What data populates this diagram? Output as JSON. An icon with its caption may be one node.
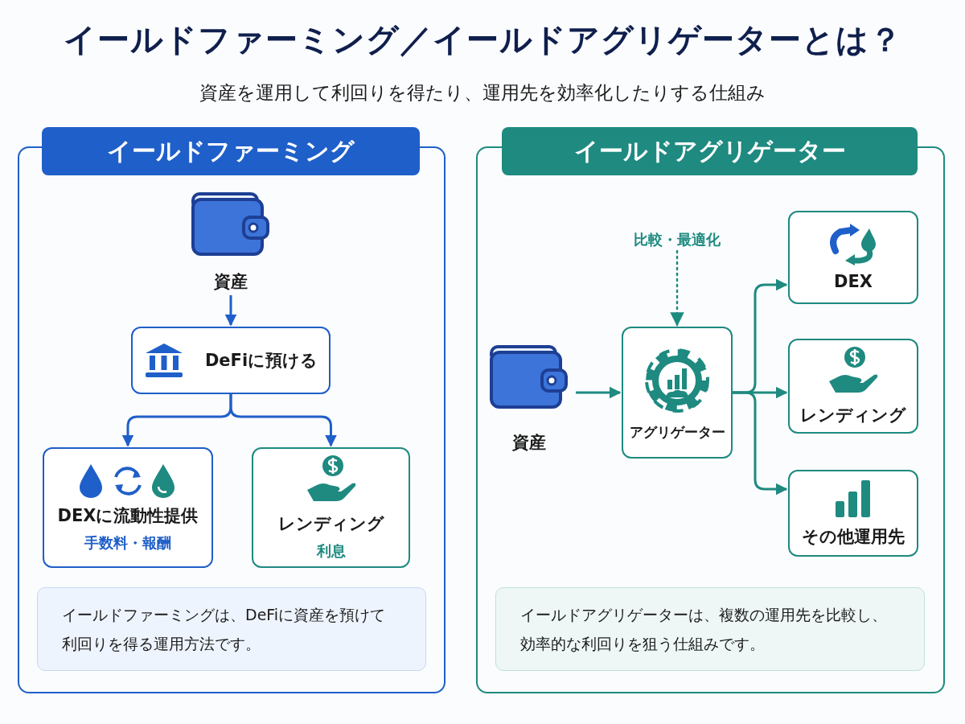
{
  "diagram": {
    "title": "イールドファーミング／イールドアグリゲーターとは？",
    "nodes": [
      {
        "text": [
          "イールドファーミング"
        ]
      },
      {
        "text": [
          "資産"
        ],
        "in": 0
      },
      {
        "text": [
          "DeFiに預ける"
        ],
        "in": 0
      },
      {
        "text": [
          "DEXに流動性提供",
          "手数料・報酬"
        ],
        "in": 0
      },
      {
        "text": [
          "レンディング",
          "利息"
        ],
        "in": 0
      },
      {
        "text": [
          "イールドファーミングは、DeFiに資産を預けて利回りを得る運用方法です。"
        ],
        "in": 0
      },
      {
        "text": [
          "イールドアグリゲーター"
        ]
      },
      {
        "text": [
          "比較・最適化"
        ],
        "in": 6
      },
      {
        "text": [
          "資産"
        ],
        "in": 6
      },
      {
        "text": [
          "アグリゲーター"
        ],
        "in": 6
      },
      {
        "text": [
          "DEX"
        ],
        "in": 6
      },
      {
        "text": [
          "レンディング"
        ],
        "in": 6
      },
      {
        "text": [
          "その他運用先"
        ],
        "in": 6
      },
      {
        "text": [
          "イールドアグリゲーターは、複数の運用先を比較し、効率的な利回りを狙う仕組みです。"
        ],
        "in": 6
      }
    ],
    "edges": [
      {
        "from": 1,
        "to": 2,
        "arrow": "to"
      },
      {
        "from": 2,
        "to": 3,
        "arrow": "to"
      },
      {
        "from": 2,
        "to": 4,
        "arrow": "to"
      },
      {
        "from": 7,
        "to": 9,
        "arrow": "to",
        "style": "dashed"
      },
      {
        "from": 8,
        "to": 9,
        "arrow": "to"
      },
      {
        "from": 9,
        "to": 10,
        "arrow": "to"
      },
      {
        "from": 9,
        "to": 11,
        "arrow": "to"
      },
      {
        "from": 9,
        "to": 12,
        "arrow": "to"
      }
    ],
    "labels": [
      "資産を運用して利回りを得たり、運用先を効率化したりする仕組み"
    ]
  }
}
